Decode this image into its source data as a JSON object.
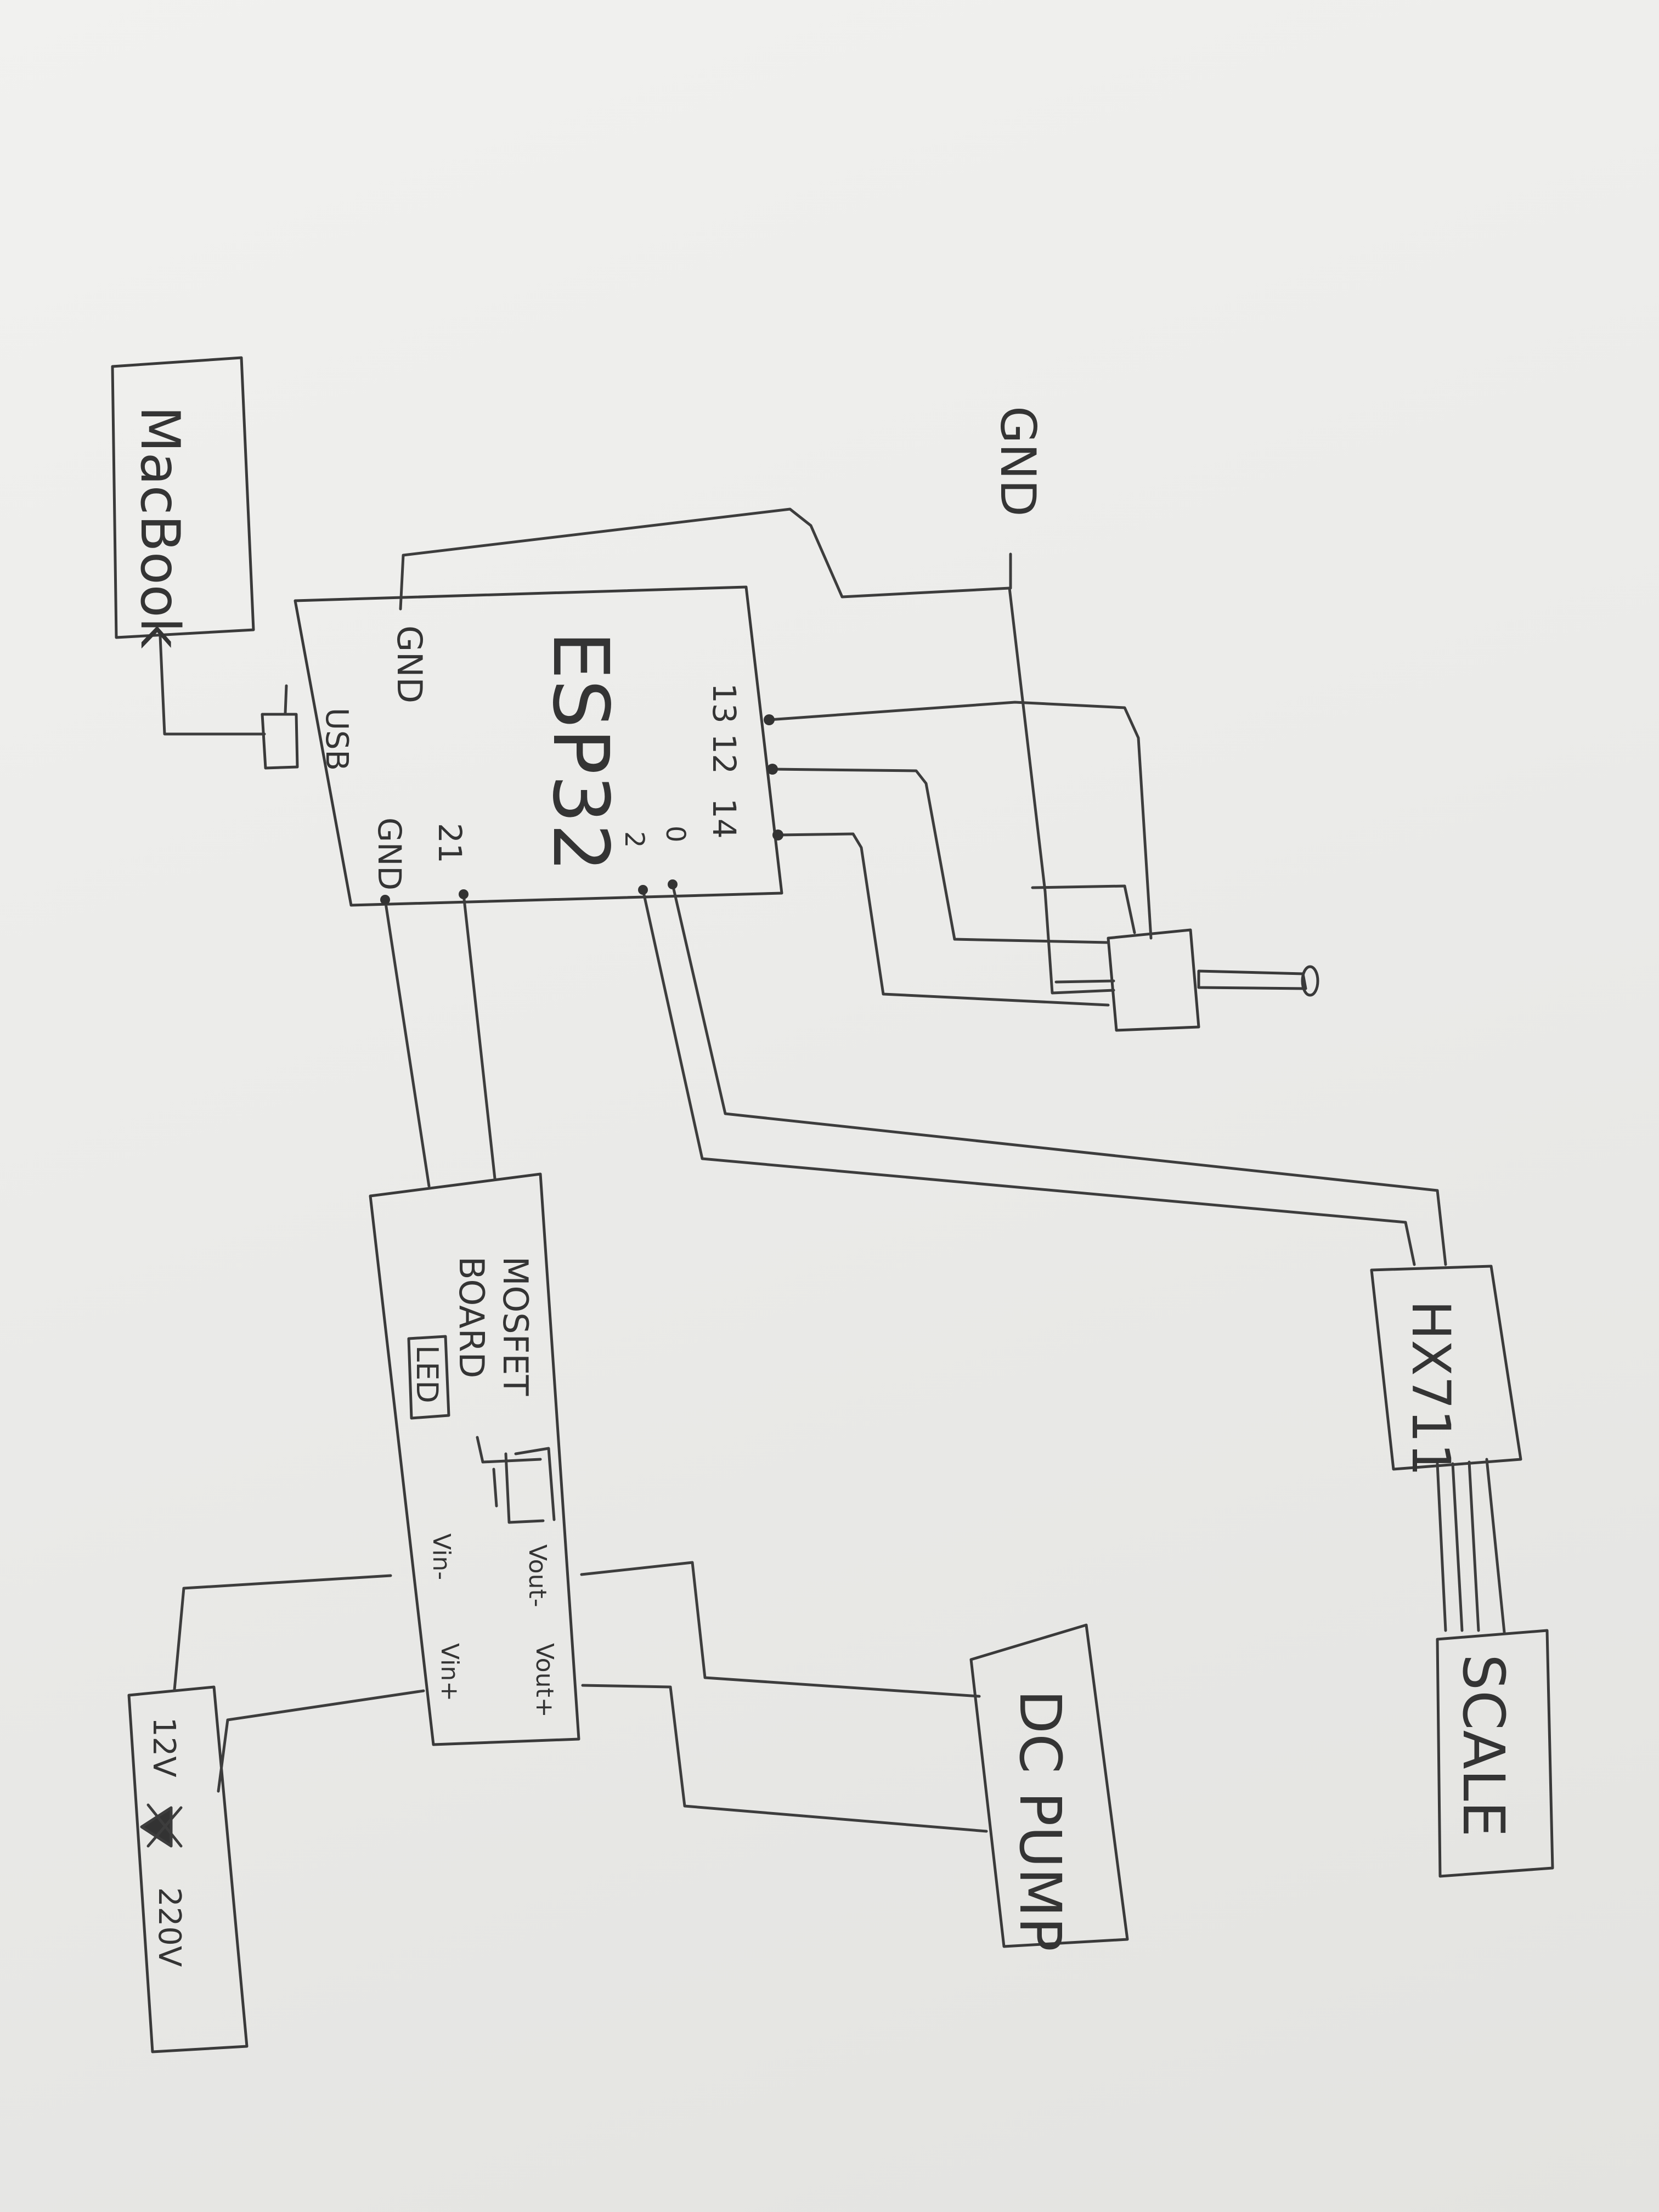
{
  "diagram": {
    "gnd_label": "GND",
    "macbook": {
      "label": "MacBook"
    },
    "esp32": {
      "title": "ESP32",
      "gnd_top": "GND",
      "usb": "USB",
      "pin_21": "21",
      "gnd_bottom": "GND",
      "pins_top": "13 12",
      "pin_14": "14",
      "pin_0": "0",
      "pin_2": "2"
    },
    "mosfet_board": {
      "line1": "MOSFET",
      "line2": "BOARD",
      "led": "LED",
      "vout_minus": "Vout-",
      "vout_plus": "Vout+",
      "vin_minus": "Vin-",
      "vin_plus": "Vin+"
    },
    "hx711": {
      "label": "HX711"
    },
    "scale": {
      "label": "SCALE"
    },
    "dc_pump": {
      "label": "DC PUMP"
    },
    "power_supply": {
      "v12": "12V",
      "v220": "220V"
    }
  }
}
